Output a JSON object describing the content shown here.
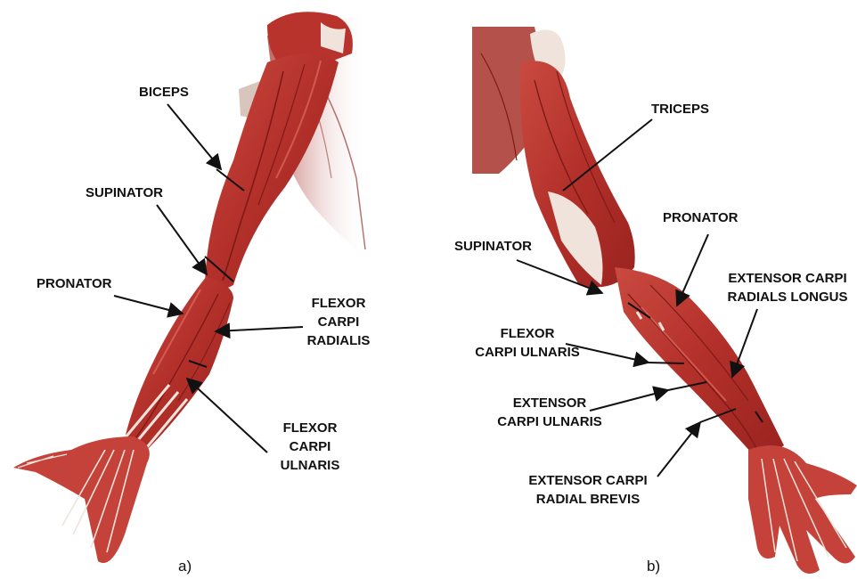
{
  "panels": [
    {
      "tag": "a)",
      "labels": {
        "biceps": [
          "BICEPS"
        ],
        "supinator": [
          "SUPINATOR"
        ],
        "pronator": [
          "PRONATOR"
        ],
        "flexor_carpi_radialis": [
          "FLEXOR",
          "CARPI",
          "RADIALIS"
        ],
        "flexor_carpi_ulnaris": [
          "FLEXOR",
          "CARPI",
          "ULNARIS"
        ]
      }
    },
    {
      "tag": "b)",
      "labels": {
        "triceps": [
          "TRICEPS"
        ],
        "pronator": [
          "PRONATOR"
        ],
        "supinator": [
          "SUPINATOR"
        ],
        "extensor_carpi_radialis_longus": [
          "EXTENSOR CARPI",
          "RADIALS LONGUS"
        ],
        "flexor_carpi_ulnaris": [
          "FLEXOR",
          "CARPI ULNARIS"
        ],
        "extensor_carpi_ulnaris": [
          "EXTENSOR",
          "CARPI ULNARIS"
        ],
        "extensor_carpi_radial_brevis": [
          "EXTENSOR CARPI",
          "RADIAL BREVIS"
        ]
      }
    }
  ],
  "colors": {
    "muscle": "#b8332b",
    "muscle_dark": "#7e1a16",
    "muscle_light": "#d9665c",
    "tendon": "#efe3dc",
    "leader": "#111111"
  }
}
